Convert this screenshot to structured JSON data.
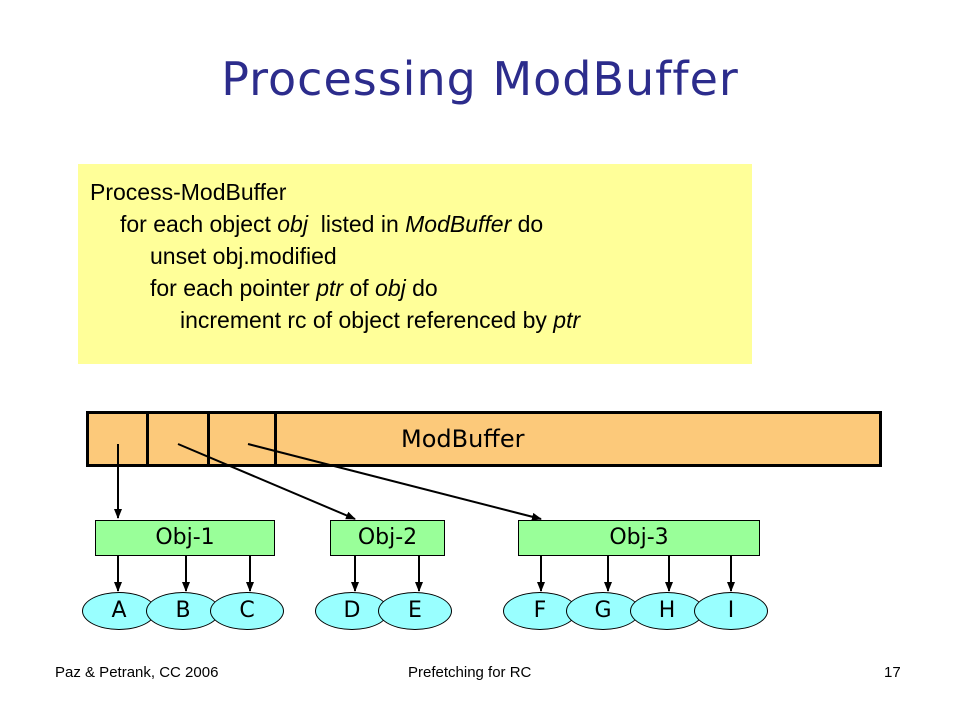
{
  "slide": {
    "title": "Processing ModBuffer",
    "code": {
      "line1": "Process-ModBuffer",
      "line2": {
        "a": "for each object ",
        "b": "obj",
        "c": "  listed in ",
        "d": "ModBuffer",
        "e": " do"
      },
      "line3": "unset obj.modified",
      "line4": {
        "a": "for each pointer ",
        "b": "ptr",
        "c": " of ",
        "d": "obj",
        "e": " do"
      },
      "line5": {
        "a": "increment rc of object referenced by ",
        "b": "ptr"
      }
    },
    "buffer_label": "ModBuffer",
    "objects": [
      "Obj-1",
      "Obj-2",
      "Obj-3"
    ],
    "children": [
      "A",
      "B",
      "C",
      "D",
      "E",
      "F",
      "G",
      "H",
      "I"
    ],
    "footer": {
      "left": "Paz & Petrank, CC 2006",
      "center": "Prefetching for RC",
      "page": "17"
    },
    "colors": {
      "title": "#2c2c8c",
      "code_bg": "#ffff99",
      "buffer_bg": "#fcc97a",
      "object_bg": "#99ff99",
      "child_bg": "#99ffff"
    }
  }
}
